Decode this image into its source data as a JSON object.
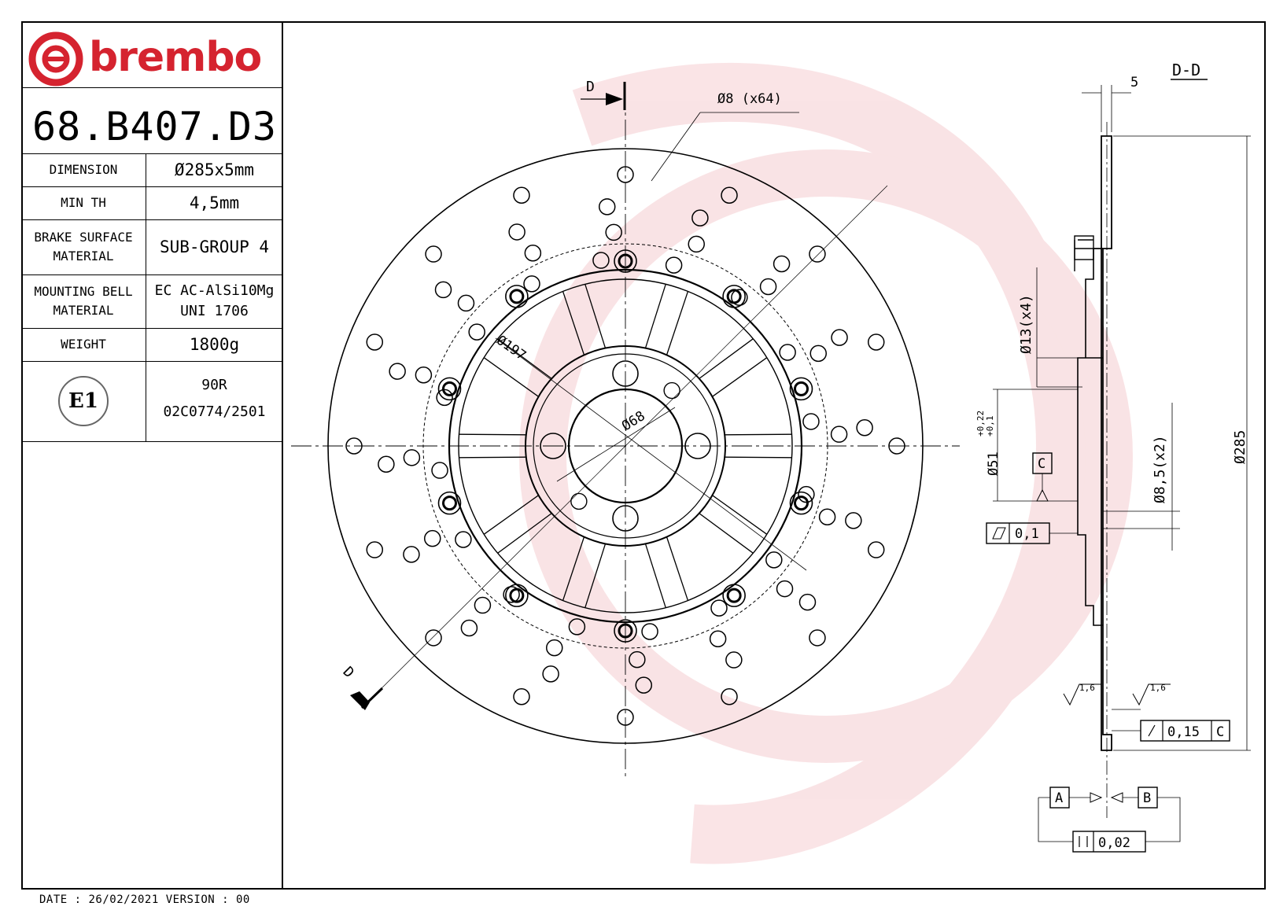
{
  "brand": {
    "name": "brembo",
    "color": "#d5232f"
  },
  "part_number": "68.B407.D3",
  "specs": [
    {
      "label": "DIMENSION",
      "value": "Ø285x5mm"
    },
    {
      "label": "MIN TH",
      "value": "4,5mm"
    },
    {
      "label": "BRAKE SURFACE\nMATERIAL",
      "value": "SUB-GROUP 4"
    },
    {
      "label": "MOUNTING BELL\nMATERIAL",
      "value": "EC AC-AlSi10Mg\nUNI 1706"
    },
    {
      "label": "WEIGHT",
      "value": "1800g"
    }
  ],
  "homologation": {
    "mark": "E1",
    "line1": "90R",
    "line2": "02C0774/2501"
  },
  "footer": "DATE : 26/02/2021 VERSION : 00",
  "drawing": {
    "section_label": "D-D",
    "section_mark": "D",
    "holes_note": "Ø8 (x64)",
    "dia_197": "Ø197",
    "dia_68": "Ø68",
    "thickness": "5",
    "dia_13": "Ø13(x4)",
    "dia_8_5": "Ø8,5(x2)",
    "dia_51": "Ø51",
    "tol_upper": "+0,22",
    "tol_lower": "+0,1",
    "dia_285": "Ø285",
    "datum_a": "A",
    "datum_b": "B",
    "datum_c": "C",
    "flatness": "0,1",
    "runout": "0,15",
    "parallelism": "0,02",
    "roughness": "1,6"
  }
}
